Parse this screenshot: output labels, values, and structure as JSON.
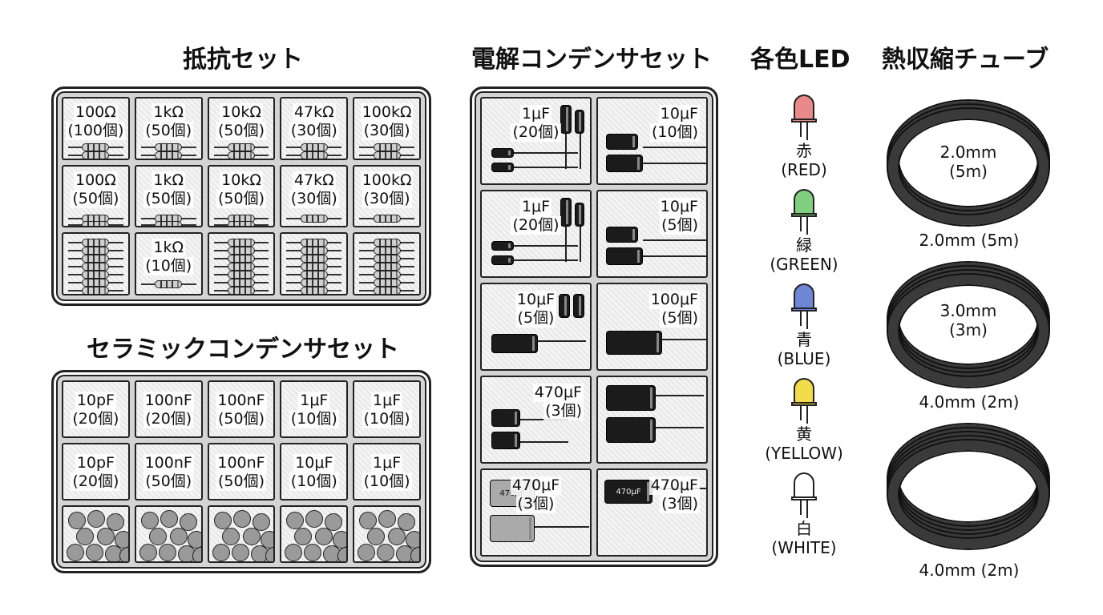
{
  "titles": {
    "resistor": "抵抗セット",
    "electrolytic": "電解コンデンサセット",
    "led": "各色LED",
    "tube": "熱収縮チューブ",
    "ceramic": "セラミックコンデンサセット"
  },
  "resistor_set": {
    "row1": [
      {
        "value": "100Ω",
        "qty": "(100個)"
      },
      {
        "value": "1kΩ",
        "qty": "(50個)"
      },
      {
        "value": "10kΩ",
        "qty": "(50個)"
      },
      {
        "value": "47kΩ",
        "qty": "(30個)"
      },
      {
        "value": "100kΩ",
        "qty": "(30個)"
      }
    ],
    "row2": [
      {
        "value": "100Ω",
        "qty": "(50個)"
      },
      {
        "value": "1kΩ",
        "qty": "(50個)"
      },
      {
        "value": "10kΩ",
        "qty": "(50個)"
      },
      {
        "value": "47kΩ",
        "qty": "(30個)"
      },
      {
        "value": "100kΩ",
        "qty": "(30個)"
      }
    ],
    "row3_label": {
      "value": "1kΩ",
      "qty": "(10個)"
    }
  },
  "ceramic_set": {
    "row1": [
      {
        "value": "10pF",
        "qty": "(20個)"
      },
      {
        "value": "100nF",
        "qty": "(20個)"
      },
      {
        "value": "100nF",
        "qty": "(50個)"
      },
      {
        "value": "1μF",
        "qty": "(10個)"
      },
      {
        "value": "1μF",
        "qty": "(10個)"
      }
    ],
    "row2": [
      {
        "value": "10pF",
        "qty": "(20個)"
      },
      {
        "value": "100nF",
        "qty": "(50個)"
      },
      {
        "value": "100nF",
        "qty": "(50個)"
      },
      {
        "value": "10μF",
        "qty": "(10個)"
      },
      {
        "value": "1μF",
        "qty": "(10個)"
      }
    ]
  },
  "electrolytic_set": {
    "rows": [
      [
        {
          "value": "1μF",
          "qty": "(20個)"
        },
        {
          "value": "10μF",
          "qty": "(10個)"
        }
      ],
      [
        {
          "value": "1μF",
          "qty": "(20個)"
        },
        {
          "value": "10μF",
          "qty": "(5個)"
        }
      ],
      [
        {
          "value": "10μF",
          "qty": "(5個)"
        },
        {
          "value": "100μF",
          "qty": "(5個)"
        }
      ],
      [
        {
          "value": "470μF",
          "qty": "(3個)"
        },
        {
          "value": "",
          "qty": ""
        }
      ],
      [
        {
          "value": "470μF",
          "qty": "(3個)"
        },
        {
          "value": "470μF",
          "qty": "(3個)"
        }
      ]
    ],
    "printed_markings": {
      "cap_470_left": "470μF",
      "cap_470_right": "470μF"
    }
  },
  "leds": [
    {
      "jp": "赤",
      "en": "(RED)",
      "color": "#e88a8a",
      "dark": "#a33"
    },
    {
      "jp": "緑",
      "en": "(GREEN)",
      "color": "#7fcf7f",
      "dark": "#2a7a2a"
    },
    {
      "jp": "青",
      "en": "(BLUE)",
      "color": "#6f86d6",
      "dark": "#2a3f8f"
    },
    {
      "jp": "黄",
      "en": "(YELLOW)",
      "color": "#f2dc4a",
      "dark": "#9a8410"
    },
    {
      "jp": "白",
      "en": "(WHITE)",
      "color": "#ffffff",
      "dark": "#666"
    }
  ],
  "tubes": [
    {
      "coil_label": "2.0mm",
      "coil_sub": "(5m)",
      "caption": "2.0mm (5m)"
    },
    {
      "coil_label": "3.0mm",
      "coil_sub": "(3m)",
      "caption": "4.0mm (2m)"
    },
    {
      "coil_label": "",
      "coil_sub": "",
      "caption": "4.0mm (2m)"
    }
  ]
}
